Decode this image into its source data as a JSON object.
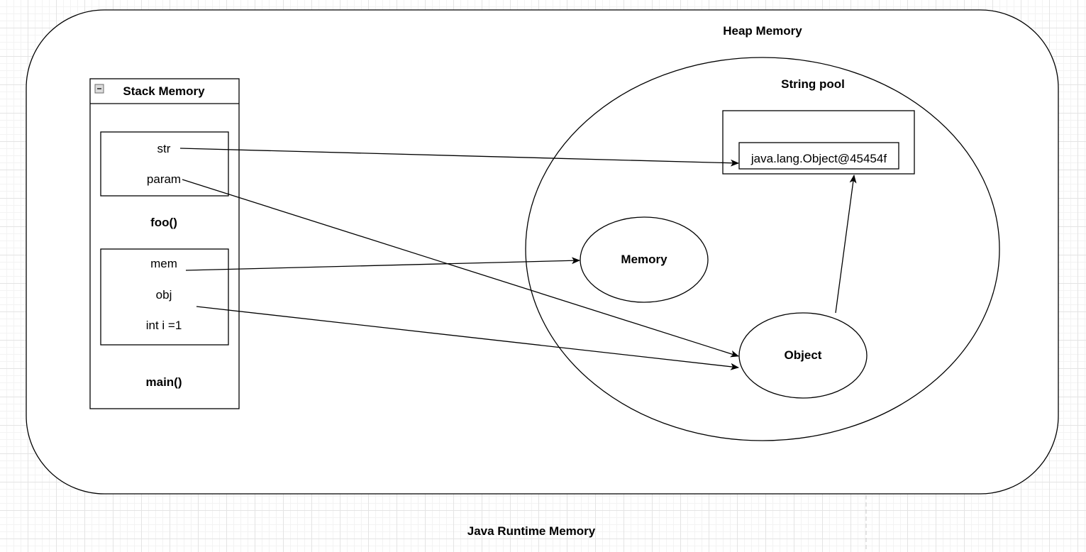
{
  "diagram": {
    "runtime": {
      "label": "Java Runtime Memory"
    },
    "heap": {
      "label": "Heap Memory"
    },
    "stack": {
      "title": "Stack Memory",
      "frame_foo": {
        "label": "foo()",
        "vars": {
          "str": "str",
          "param": "param"
        }
      },
      "frame_main": {
        "label": "main()",
        "vars": {
          "mem": "mem",
          "obj": "obj",
          "int_i": "int i =1"
        }
      }
    },
    "string_pool": {
      "label": "String pool",
      "entry": "java.lang.Object@45454f"
    },
    "memory_node": {
      "label": "Memory"
    },
    "object_node": {
      "label": "Object"
    },
    "edges": [
      {
        "from": "str",
        "to": "java.lang.Object@45454f"
      },
      {
        "from": "param",
        "to": "Object"
      },
      {
        "from": "mem",
        "to": "Memory"
      },
      {
        "from": "obj",
        "to": "Object"
      },
      {
        "from": "Object",
        "to": "java.lang.Object@45454f"
      }
    ]
  }
}
